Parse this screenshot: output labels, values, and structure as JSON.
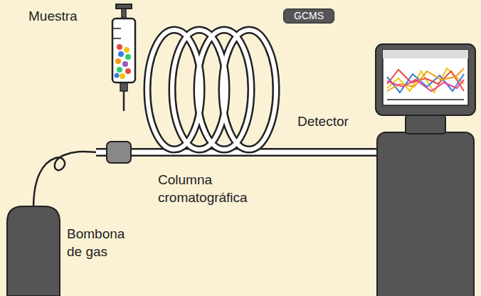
{
  "diagram": {
    "nodes": [
      {
        "text": [
          "GCMS"
        ]
      }
    ],
    "labels": [
      "Muestra",
      "Detector",
      "Columna cromatográfica",
      "Bombona de gas"
    ]
  }
}
